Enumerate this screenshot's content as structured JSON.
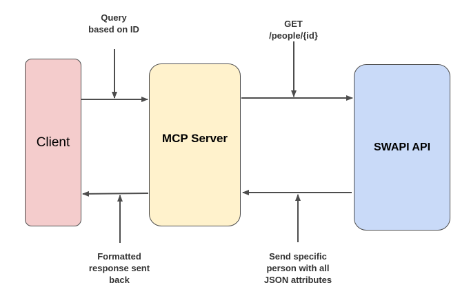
{
  "nodes": {
    "client": {
      "label": "Client",
      "fill": "#f4cccc"
    },
    "mcp_server": {
      "label": "MCP Server",
      "fill": "#fff2cc"
    },
    "swapi": {
      "label": "SWAPI API",
      "fill": "#c9daf8"
    }
  },
  "annotations": {
    "query": "Query\nbased on ID",
    "get": "GET\n/people/{id}",
    "formatted": "Formatted\nresponse sent\nback",
    "send": "Send specific\nperson with all\nJSON attributes"
  },
  "line_color": "#4d4d4d"
}
